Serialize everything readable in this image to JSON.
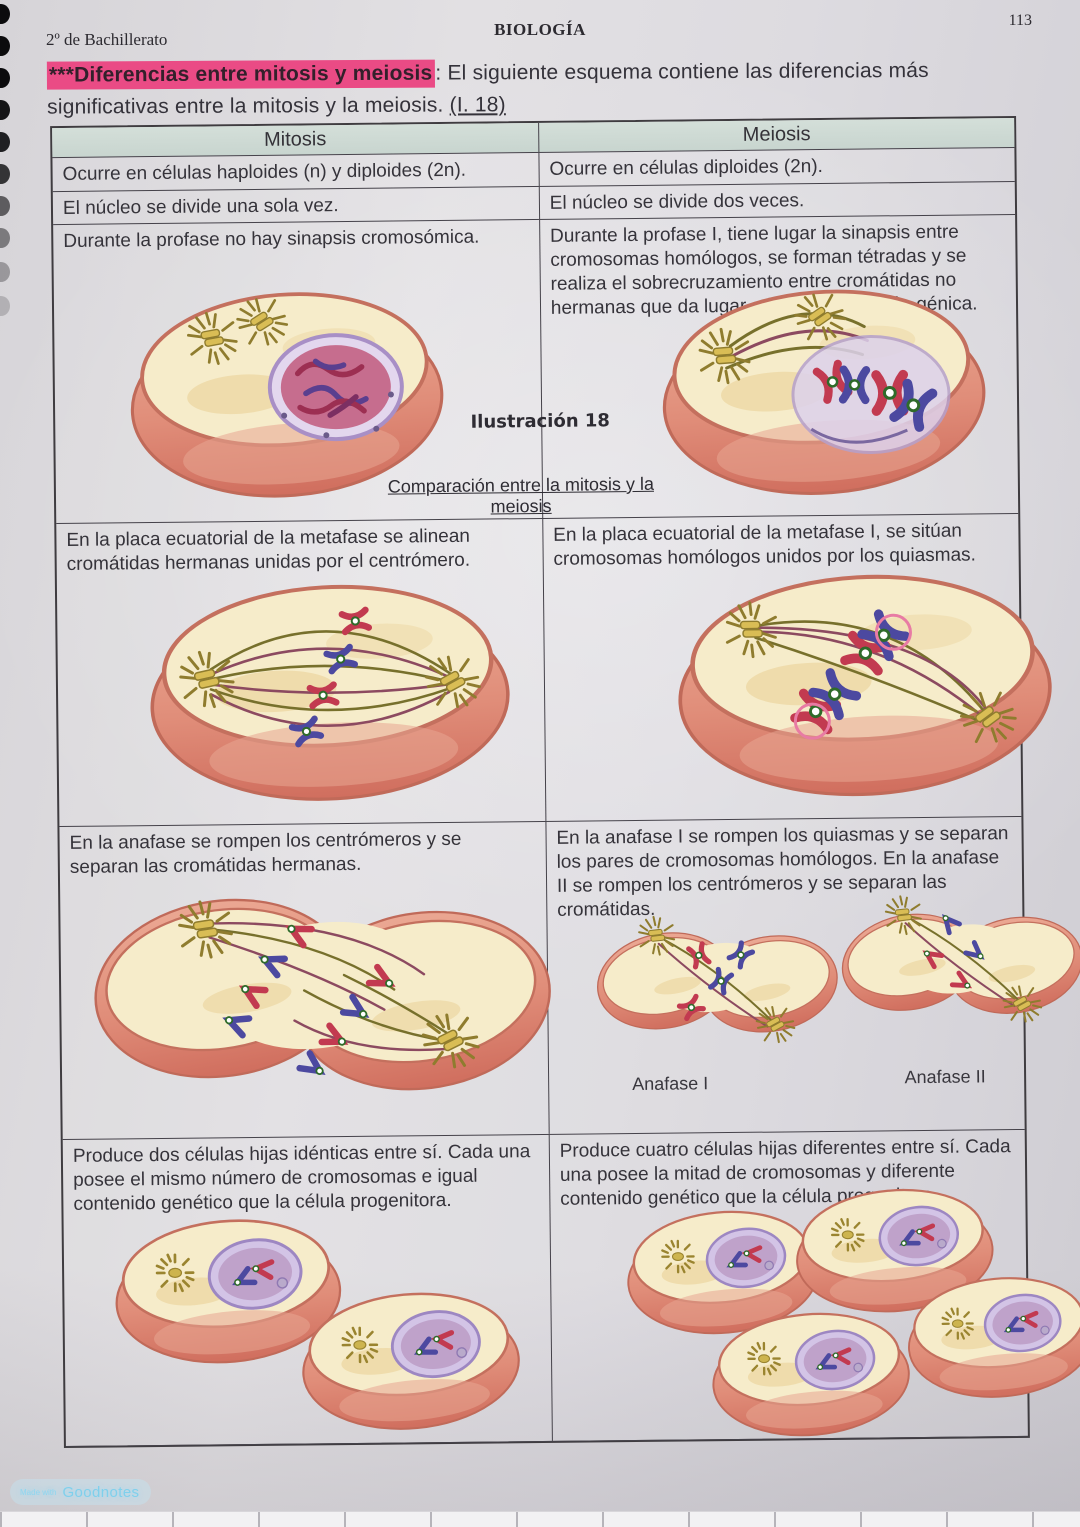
{
  "page": {
    "course": "2º de Bachillerato",
    "subject": "BIOLOGÍA",
    "page_number": "113",
    "title_highlight": "***Diferencias entre mitosis y meiosis",
    "title_rest": ": El siguiente esquema contiene las diferencias más",
    "title_line2": "significativas entre la mitosis y la meiosis. ",
    "title_ref": "(I. 18)",
    "watermark_small": "Made with",
    "watermark_big": "Goodnotes"
  },
  "table": {
    "headers": [
      "Mitosis",
      "Meiosis"
    ],
    "figure_caption_bold": "Ilustración 18",
    "figure_caption_underline": "Comparación entre la mitosis y la meiosis",
    "anafase_labels": [
      "Anafase I",
      "Anafase II"
    ],
    "rows": [
      {
        "mitosis": "Ocurre en células haploides (n) y diploides (2n).",
        "meiosis": "Ocurre en células diploides (2n)."
      },
      {
        "mitosis": "El núcleo se divide una sola vez.",
        "meiosis": "El núcleo se divide dos veces."
      },
      {
        "mitosis": "Durante la profase no hay sinapsis cromosómica.",
        "meiosis": "Durante la profase I, tiene lugar la sinapsis entre cromosomas homólogos, se forman tétradas y se realiza el sobrecruzamiento entre cromátidas no hermanas que da lugar a la recombinación génica."
      },
      {
        "mitosis": "En la placa ecuatorial de la metafase se alinean cromátidas hermanas unidas por el centrómero.",
        "meiosis": "En la placa ecuatorial de la metafase I, se sitúan cromosomas homólogos unidos por los quiasmas."
      },
      {
        "mitosis": "En la anafase se rompen los centrómeros y se separan las cromátidas hermanas.",
        "meiosis": "En la anafase I se rompen los quiasmas y se separan los pares de cromosomas homólogos. En la anafase II se rompen los centrómeros y se separan las cromátidas."
      },
      {
        "mitosis": "Produce dos células hijas idénticas entre sí. Cada una posee el mismo número de cromosomas e igual contenido genético que la célula progenitora.",
        "meiosis": "Produce cuatro células hijas diferentes entre sí. Cada una posee la mitad de cromosomas y diferente contenido genético que la célula progenitora."
      }
    ]
  },
  "colors": {
    "highlight_pink": "#ea4b85",
    "table_header_bg": "#cdd8d2",
    "cell_body_pink": "#dd8573",
    "cell_face_cream": "#f6ecca",
    "chromosome_red": "#c23a50",
    "chromosome_blue": "#4c49a0",
    "spindle_olive": "#77702c",
    "aster_gold": "#b89a3c"
  }
}
